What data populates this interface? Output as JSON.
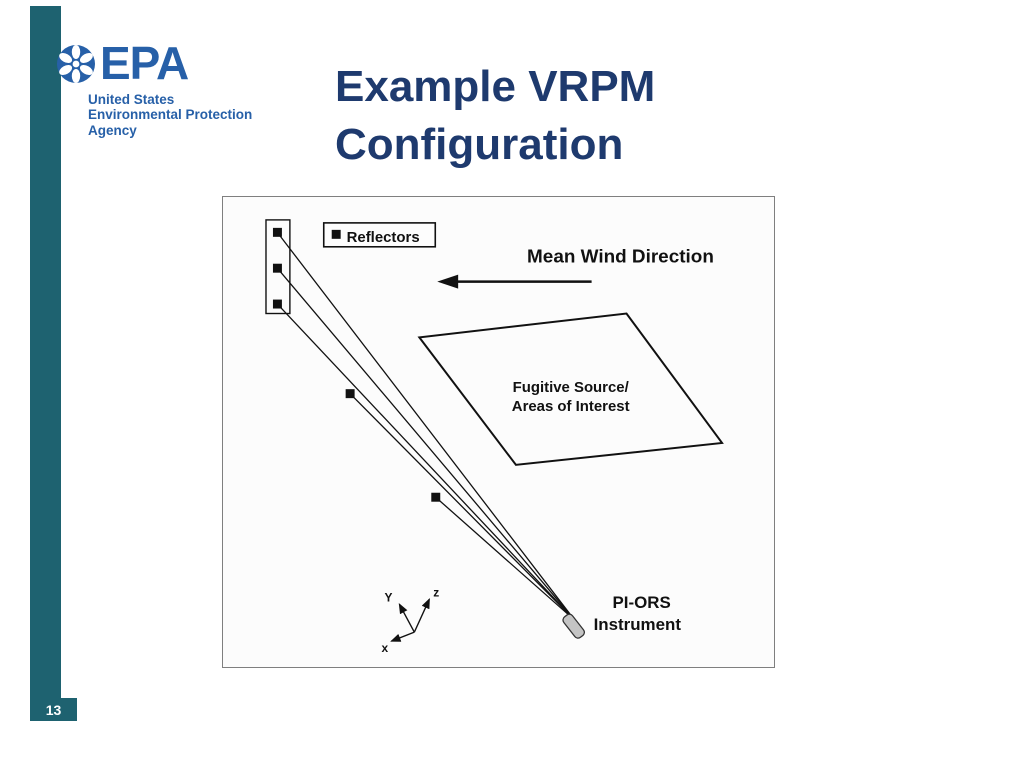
{
  "slide": {
    "title_line1": "Example VRPM",
    "title_line2": "Configuration",
    "page_number": "13"
  },
  "logo": {
    "acronym": "EPA",
    "line1": "United States",
    "line2": "Environmental Protection",
    "line3": "Agency"
  },
  "diagram": {
    "legend_label": "Reflectors",
    "wind_label": "Mean Wind Direction",
    "source_line1": "Fugitive Source/",
    "source_line2": "Areas of Interest",
    "instrument_line1": "PI-ORS",
    "instrument_line2": "Instrument",
    "axis_x": "x",
    "axis_y": "Y",
    "axis_z": "z"
  },
  "colors": {
    "accent_teal": "#1e6270",
    "title_navy": "#1e3a6e",
    "logo_blue": "#2760a8",
    "diagram_ink": "#111111"
  }
}
